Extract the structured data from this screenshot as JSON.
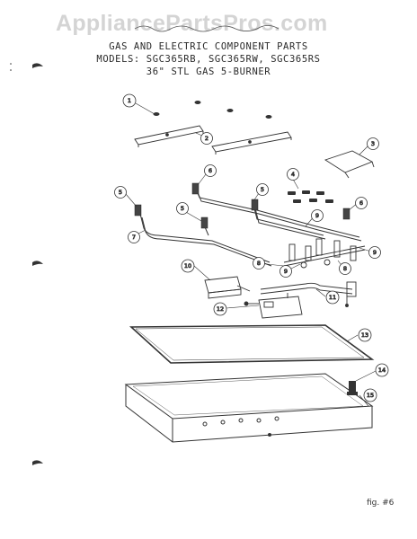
{
  "watermark": "AppliancePartsPros.com",
  "header": {
    "line1": "GAS AND ELECTRIC COMPONENT PARTS",
    "line2": "MODELS: SGC365RB, SGC365RW, SGC365RS",
    "line3": "36\" STL GAS 5-BURNER"
  },
  "figure_label": "fig. #6",
  "callouts": [
    {
      "id": "c1",
      "label": "1"
    },
    {
      "id": "c2",
      "label": "2"
    },
    {
      "id": "c3",
      "label": "3"
    },
    {
      "id": "c4",
      "label": "4"
    },
    {
      "id": "c5a",
      "label": "5"
    },
    {
      "id": "c5b",
      "label": "5"
    },
    {
      "id": "c5c",
      "label": "5"
    },
    {
      "id": "c6a",
      "label": "6"
    },
    {
      "id": "c6b",
      "label": "6"
    },
    {
      "id": "c7",
      "label": "7"
    },
    {
      "id": "c8a",
      "label": "8"
    },
    {
      "id": "c8b",
      "label": "8"
    },
    {
      "id": "c9a",
      "label": "9"
    },
    {
      "id": "c9b",
      "label": "9"
    },
    {
      "id": "c9c",
      "label": "9"
    },
    {
      "id": "c10",
      "label": "10"
    },
    {
      "id": "c11",
      "label": "11"
    },
    {
      "id": "c12",
      "label": "12"
    },
    {
      "id": "c13",
      "label": "13"
    },
    {
      "id": "c14",
      "label": "14"
    },
    {
      "id": "c15",
      "label": "15"
    }
  ]
}
